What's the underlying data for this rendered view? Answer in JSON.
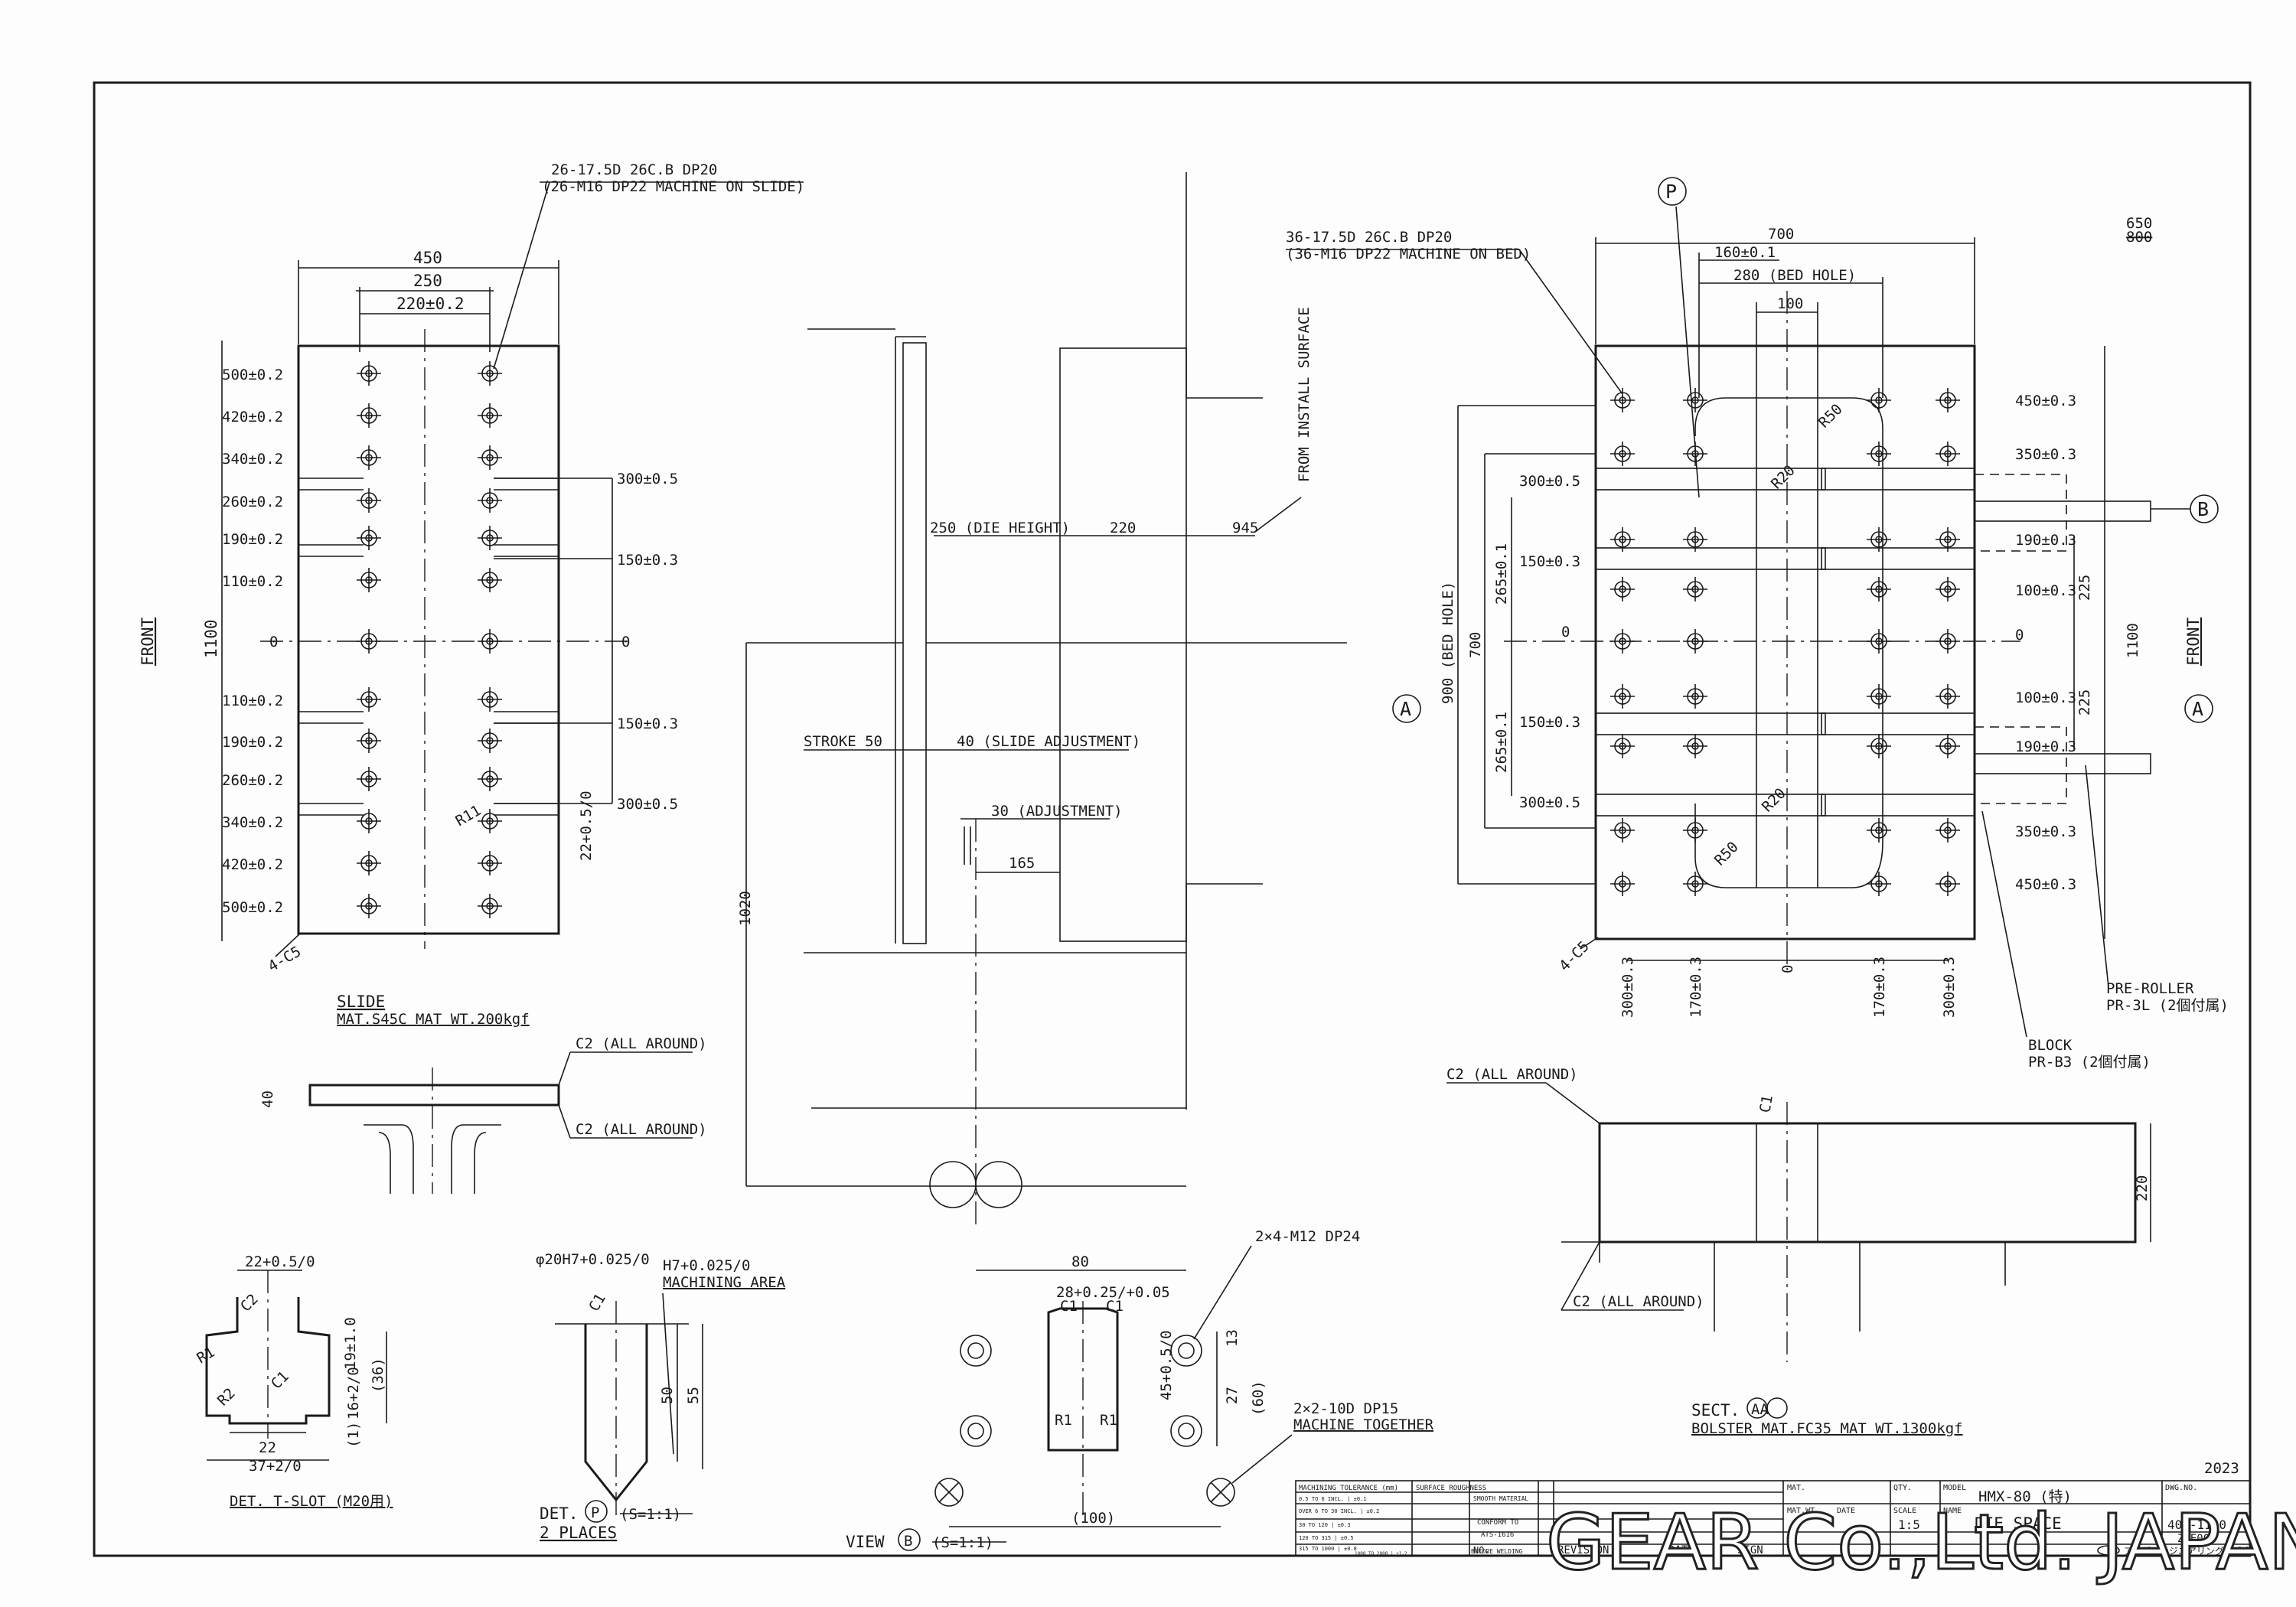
{
  "slide": {
    "callout_holes": "26-17.5D 26C.B DP20",
    "callout_holes_note": "(26-M16 DP22 MACHINE ON SLIDE)",
    "dim_450": "450",
    "dim_250": "250",
    "dim_220": "220±0.2",
    "dim_1100": "1100",
    "front": "FRONT",
    "left_dims": [
      "500±0.2",
      "420±0.2",
      "340±0.2",
      "260±0.2",
      "190±0.2",
      "110±0.2",
      "0",
      "110±0.2",
      "190±0.2",
      "260±0.2",
      "340±0.2",
      "420±0.2",
      "500±0.2"
    ],
    "right_dims": [
      "300±0.5",
      "150±0.3",
      "0",
      "150±0.3",
      "300±0.5"
    ],
    "r11": "R11",
    "dim_22": "22+0.5/0",
    "chamfer": "4-C5",
    "title": "SLIDE",
    "material": "MAT.S45C MAT WT.200kgf",
    "thk_40": "40",
    "c2_top": "C2 (ALL AROUND)",
    "c2_bottom": "C2 (ALL AROUND)"
  },
  "center": {
    "from_install": "FROM INSTALL SURFACE",
    "die_height": "250 (DIE HEIGHT)",
    "dim_220": "220",
    "dim_945": "945",
    "stroke": "STROKE  50",
    "slide_adj": "40 (SLIDE ADJUSTMENT)",
    "adjustment": "30 (ADJUSTMENT)",
    "dim_165": "165",
    "dim_1020": "1020"
  },
  "bolster": {
    "callout_holes": "36-17.5D 26C.B DP20",
    "callout_holes_note": "(36-M16 DP22 MACHINE ON BED)",
    "p_marker": "P",
    "dim_650": "650",
    "dim_800": "800",
    "dim_700_top": "700",
    "dim_160": "160±0.1",
    "dim_280": "280 (BED HOLE)",
    "dim_100": "100",
    "r50_top": "R50",
    "r20_top": "R20",
    "r20_bottom": "R20",
    "r50_bottom": "R50",
    "left_dims": [
      "300±0.5",
      "150±0.3",
      "0",
      "150±0.3",
      "300±0.5"
    ],
    "dim_265_top": "265±0.1",
    "dim_265_bottom": "265±0.1",
    "dim_900": "900 (BED HOLE)",
    "dim_700_left": "700",
    "right_dims": [
      "450±0.3",
      "350±0.3",
      "190±0.3",
      "100±0.3",
      "0",
      "100±0.3",
      "190±0.3",
      "350±0.3",
      "450±0.3"
    ],
    "dim_225_top": "225",
    "dim_225_bottom": "225",
    "dim_1100": "1100",
    "front": "FRONT",
    "b_marker": "B",
    "a_marker": "A",
    "chamfer": "4-C5",
    "bottom_dims": [
      "300±0.3",
      "170±0.3",
      "0",
      "170±0.3",
      "300±0.3"
    ],
    "pre_roller": "PRE-ROLLER",
    "pre_roller_part": "PR-3L (2個付属)",
    "block": "BLOCK",
    "block_part": "PR-B3 (2個付属)"
  },
  "section": {
    "c2_top": "C2 (ALL AROUND)",
    "c1": "C1",
    "dim_220": "220",
    "c2_bottom": "C2 (ALL AROUND)",
    "title": "SECT.",
    "title_marks": "AA",
    "material": "BOLSTER MAT.FC35 MAT WT.1300kgf"
  },
  "tslot": {
    "dim_22_top": "22+0.5/0",
    "c2": "C2",
    "r1": "R1",
    "c1": "C1",
    "r2": "R2",
    "dim_19": "19±1.0",
    "dim_16": "16+2/0",
    "dim_36": "(36)",
    "dim_1": "(1)",
    "dim_22": "22",
    "dim_37": "37+2/0",
    "title": "DET. T-SLOT (M20用)"
  },
  "detp": {
    "dim_phi20": "φ20H7+0.025/0",
    "dim_h7": "H7+0.025/0",
    "machining_area": "MACHINING AREA",
    "c1": "C1",
    "dim_50": "50",
    "dim_55": "55",
    "title": "DET.",
    "title_mark": "P",
    "scale": "(S=1:1)",
    "places": "2 PLACES"
  },
  "viewb": {
    "dim_80": "80",
    "dim_28": "28+0.25/+0.05",
    "c1a": "C1",
    "c1b": "C1",
    "callout_m12": "2×4-M12 DP24",
    "dim_13": "13",
    "dim_45": "45+0.5/0",
    "dim_27": "27",
    "dim_60": "(60)",
    "r1a": "R1",
    "r1b": "R1",
    "callout_10d": "2×2-10D DP15",
    "machine_together": "MACHINE TOGETHER",
    "dim_100": "(100)",
    "title": "VIEW",
    "title_mark": "B",
    "scale": "(S=1:1)"
  },
  "titleblock": {
    "year": "2023",
    "tolerance_head": "MACHINING TOLERANCE (mm)",
    "roughness_head": "SURFACE ROUGHNESS",
    "conform": "CONFORM TO",
    "standard": "ATS-1616",
    "before_welding": "BEFORE WELDING",
    "smooth": "SMOOTH MATERIAL",
    "tol_rows": [
      "0.5 TO 6  INCL. | ±0.1",
      "OVER 6 TO 30 INCL. | ±0.2",
      "30 TO 120 | ±0.3",
      "120 TO 315 | ±0.5",
      "315 TO 1000 | ±0.8",
      "1000 TO 2000 | ±1.2"
    ],
    "mat": "MAT.",
    "mat_wt": "MAT.WT.",
    "date": "DATE",
    "qty": "QTY.",
    "scale": "SCALE",
    "scale_val": "1:5",
    "name": "NAME",
    "model": "MODEL",
    "model_val": "HMX-80 (特)",
    "name_val": "DIE SPACE",
    "dwg_no": "DWG.NO.",
    "dwg_no_val": "402-1150",
    "dwg_no_sub": "Z-E001",
    "no": "NO.",
    "revision": "REVISION",
    "rev_date": "DATE",
    "sign": "SIGN",
    "company_jp": "アイダエンジニアリング株式会社",
    "watermark": "GEAR Co.,Ltd. JAPAN"
  }
}
